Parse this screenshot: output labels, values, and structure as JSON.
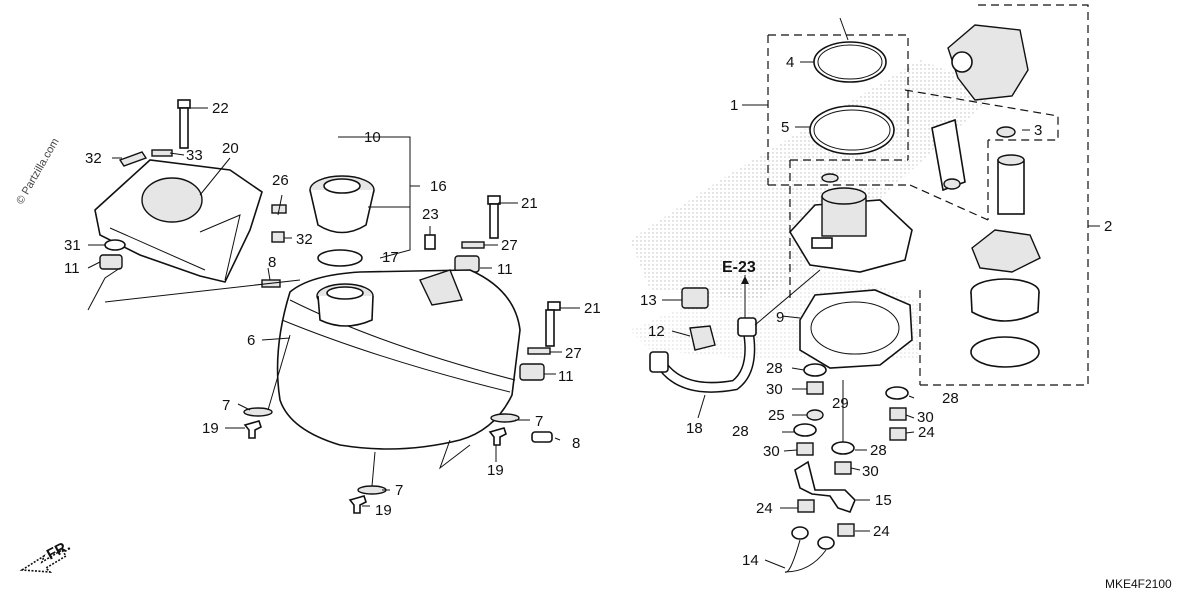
{
  "watermark": "© Partzilla.com",
  "diagram_code": "MKE4F2100",
  "direction_label": "FR.",
  "callout": "E-23",
  "labels": {
    "l1": "1",
    "l2": "2",
    "l3": "3",
    "l4": "4",
    "l5": "5",
    "l6": "6",
    "l7a": "7",
    "l7b": "7",
    "l7c": "7",
    "l8a": "8",
    "l8b": "8",
    "l9": "9",
    "l10": "10",
    "l11a": "11",
    "l11b": "11",
    "l11c": "11",
    "l12": "12",
    "l13": "13",
    "l14": "14",
    "l15": "15",
    "l16": "16",
    "l17": "17",
    "l18": "18",
    "l19a": "19",
    "l19b": "19",
    "l19c": "19",
    "l20": "20",
    "l21a": "21",
    "l21b": "21",
    "l22": "22",
    "l23": "23",
    "l24a": "24",
    "l24b": "24",
    "l24c": "24",
    "l25": "25",
    "l26": "26",
    "l27a": "27",
    "l27b": "27",
    "l28a": "28",
    "l28b": "28",
    "l28c": "28",
    "l28d": "28",
    "l29": "29",
    "l30a": "30",
    "l30b": "30",
    "l30c": "30",
    "l30d": "30",
    "l31": "31",
    "l32a": "32",
    "l32b": "32",
    "l33": "33"
  }
}
